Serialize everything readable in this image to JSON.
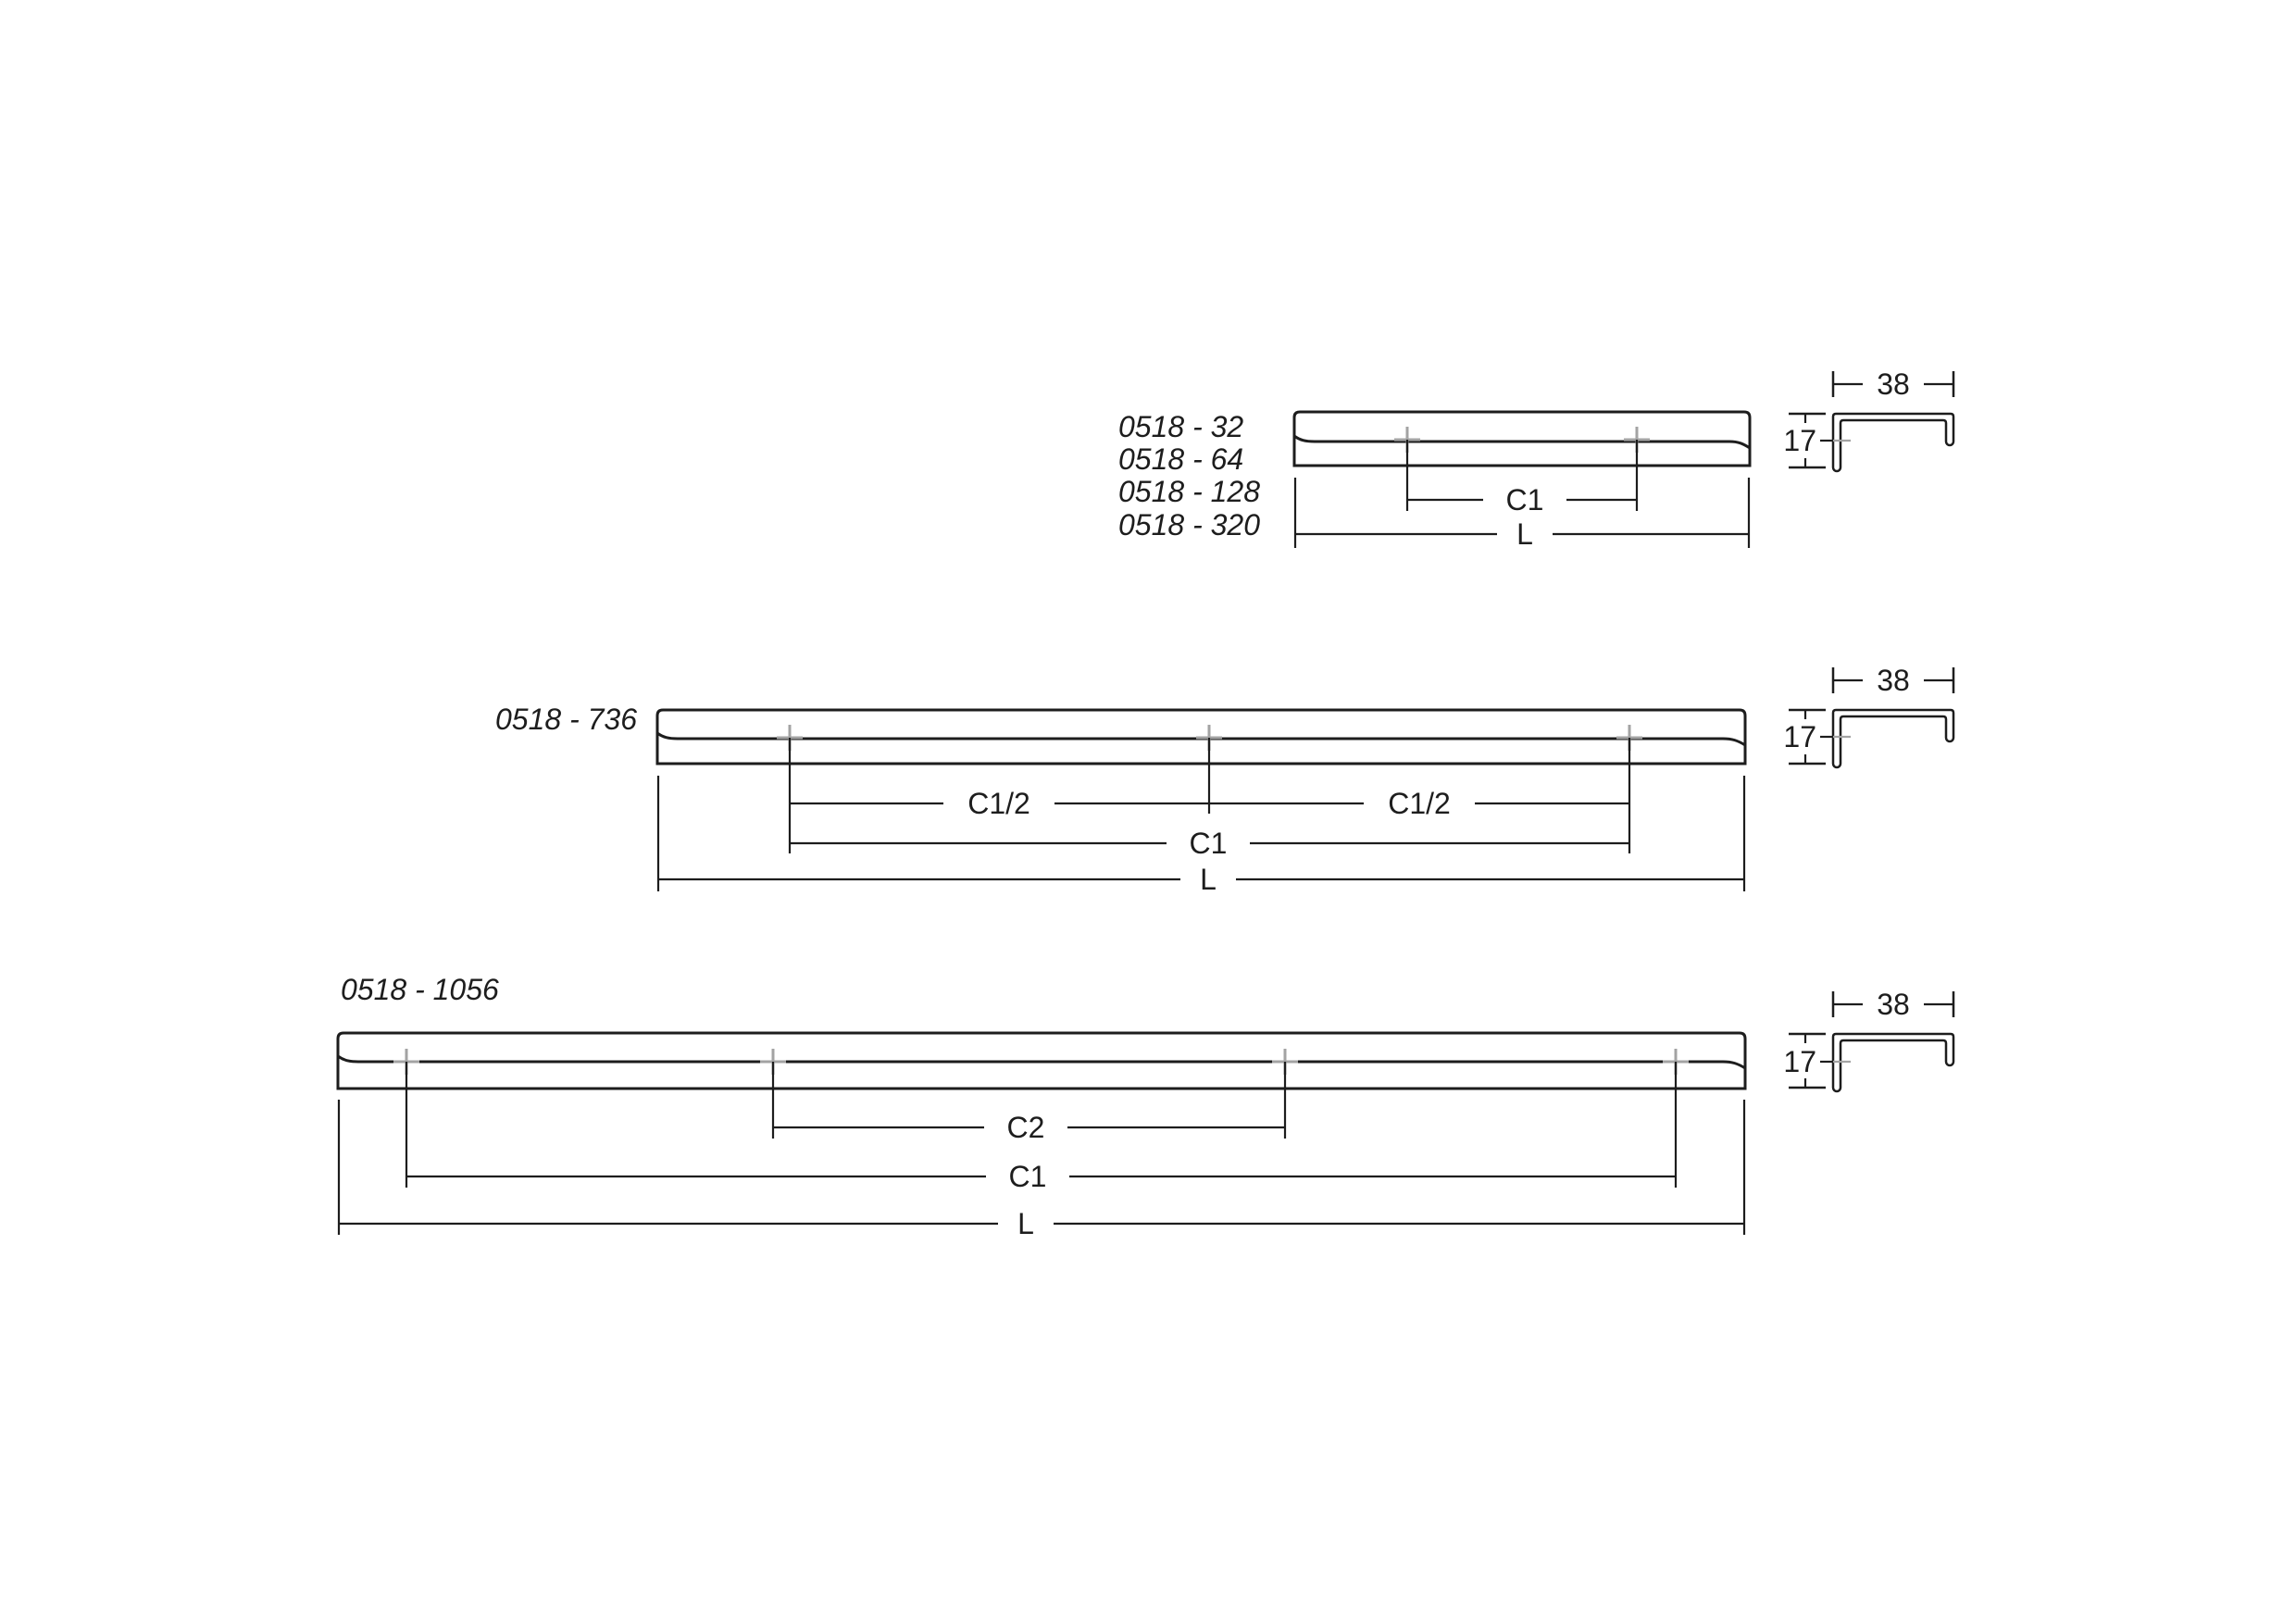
{
  "document": {
    "background_color": "#ffffff",
    "line_color": "#1d1d1d",
    "hole_marker_color": "#a3a3a3"
  },
  "groups": [
    {
      "name": "top-handle",
      "product_codes": [
        "0518 - 32",
        "0518 - 64",
        "0518 - 128",
        "0518 - 320"
      ],
      "hole_count": 2,
      "dim_c1": "C1",
      "dim_l": "L",
      "profile_width": "38",
      "profile_height": "17"
    },
    {
      "name": "middle-handle",
      "product_codes": [
        "0518 - 736"
      ],
      "hole_count": 3,
      "dim_c_half": "C1/2",
      "dim_c1": "C1",
      "dim_l": "L",
      "profile_width": "38",
      "profile_height": "17"
    },
    {
      "name": "bottom-handle",
      "product_codes": [
        "0518 - 1056"
      ],
      "hole_count": 4,
      "dim_c2": "C2",
      "dim_c1": "C1",
      "dim_l": "L",
      "profile_width": "38",
      "profile_height": "17"
    }
  ]
}
